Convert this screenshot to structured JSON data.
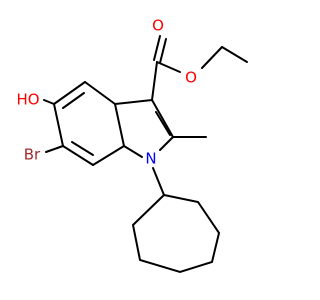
{
  "molecule": {
    "atoms": {
      "carbonyl_oxygen": "O",
      "ester_oxygen": "O",
      "hydroxyl": "HO",
      "nitrogen": "N",
      "bromine": "Br"
    },
    "colors": {
      "oxygen": "#ff0000",
      "nitrogen": "#0000ff",
      "bromine": "#a52a2a",
      "bond": "#000000"
    }
  }
}
